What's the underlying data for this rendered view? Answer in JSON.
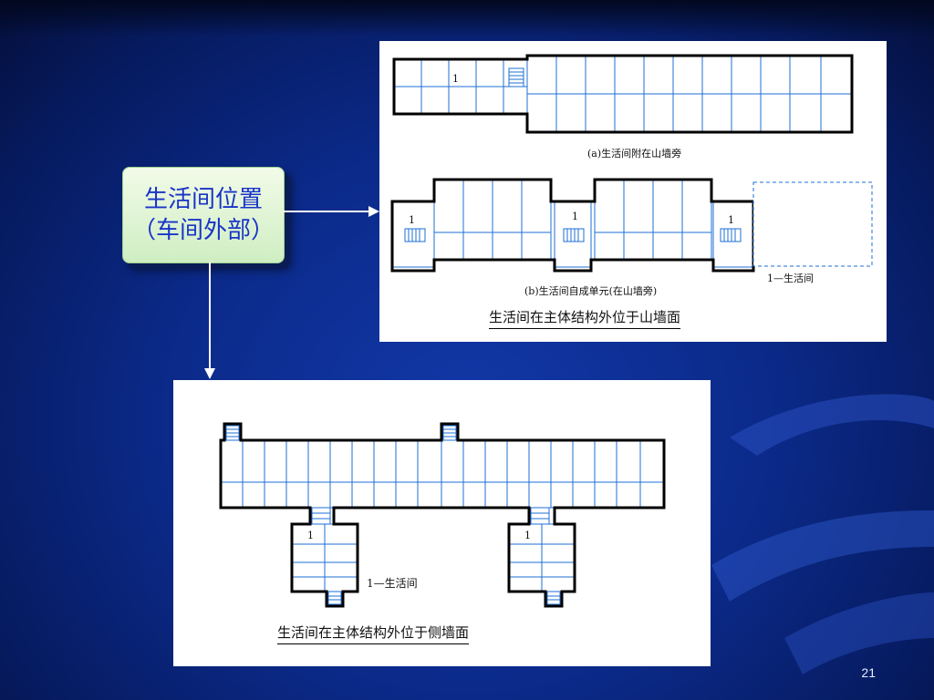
{
  "label": {
    "line1": "生活间位置",
    "line2": "（车间外部）"
  },
  "top_figure": {
    "caption_a": "(a)生活间附在山墙旁",
    "caption_b": "(b)生活间自成单元(在山墙旁)",
    "legend": "1—生活间",
    "title": "生活间在主体结构外位于山墙面",
    "markers": [
      "1",
      "1",
      "1",
      "1"
    ]
  },
  "bottom_figure": {
    "legend": "1—生活间",
    "title": "生活间在主体结构外位于侧墙面",
    "markers": [
      "1",
      "1"
    ]
  },
  "page_number": "21",
  "colors": {
    "background": "#0b2a8a",
    "label_text": "#1a34c8",
    "label_bg": "#dff5d4",
    "grid_line": "#1e6fd6",
    "wall": "#000000"
  }
}
